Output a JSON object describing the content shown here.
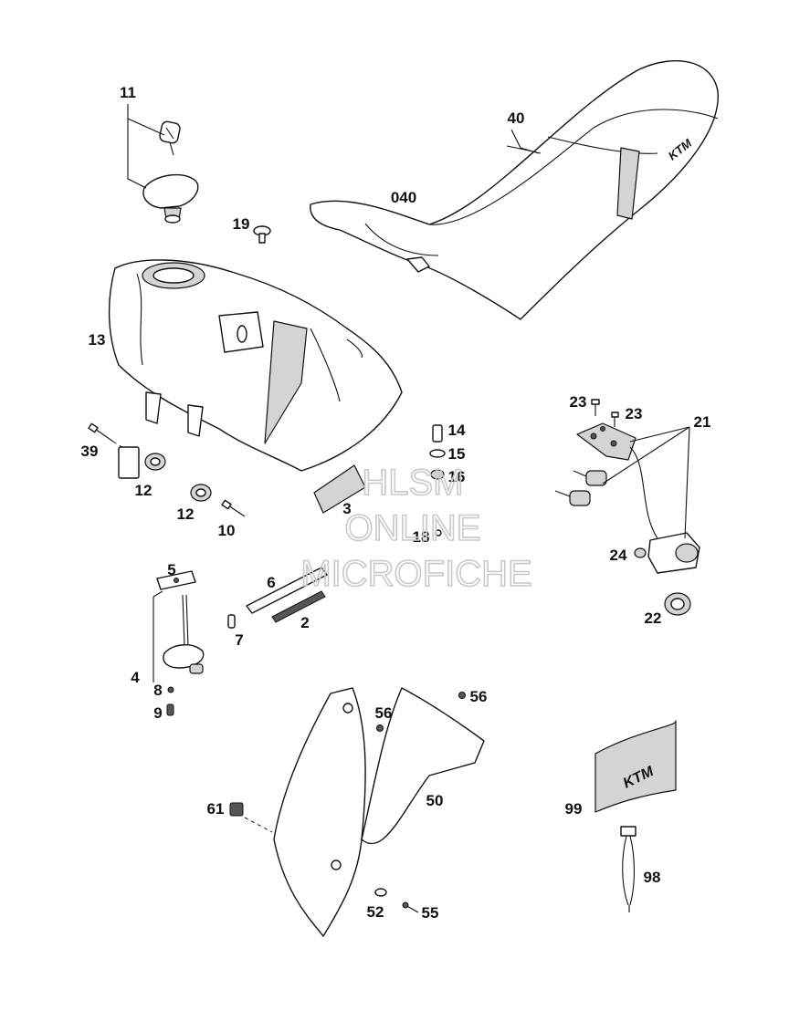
{
  "diagram": {
    "callouts": [
      "11",
      "40",
      "040",
      "19",
      "13",
      "23",
      "23",
      "21",
      "14",
      "15",
      "16",
      "39",
      "12",
      "12",
      "10",
      "3",
      "18",
      "24",
      "22",
      "5",
      "6",
      "2",
      "7",
      "4",
      "8",
      "9",
      "56",
      "56",
      "61",
      "50",
      "99",
      "98",
      "52",
      "55"
    ],
    "watermark": [
      "HLSM",
      "ONLINE",
      "MICROFICHE"
    ],
    "decal_text": [
      "KTM",
      "KTM"
    ]
  }
}
